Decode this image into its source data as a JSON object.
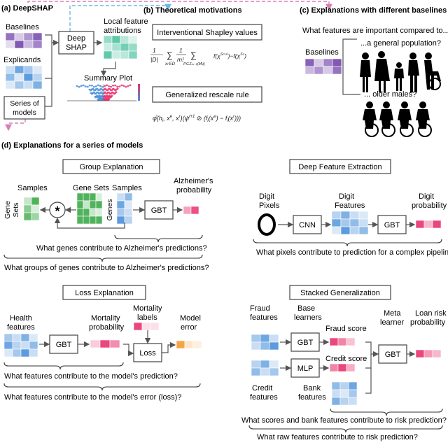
{
  "panel_a": {
    "title": "(a) DeepSHAP",
    "baselines": "Baselines",
    "explicands": "Explicands",
    "deepshap": [
      "Deep",
      "SHAP"
    ],
    "local_attr": [
      "Local feature",
      "attributions"
    ],
    "summary_plot": "Summary Plot",
    "series_models": [
      "Series of",
      "models"
    ]
  },
  "panel_b": {
    "title": "(b) Theoretical motivations",
    "interventional": "Interventional Shapley values",
    "generalized": "Generalized rescale rule"
  },
  "panel_c": {
    "title": "(c) Explanations with different baselines",
    "question": "What features are important compared to...",
    "general": "...a general population?",
    "older": "... older males?",
    "baselines": "Baselines"
  },
  "panel_d": {
    "title": "(d) Explanations for a series of models",
    "group": {
      "title": "Group Explanation",
      "samples_left": "Samples",
      "gene_sets_side": [
        "Gene",
        "Sets"
      ],
      "gene_sets": "Gene Sets",
      "samples": "Samples",
      "genes_side": "Genes",
      "gbt": "GBT",
      "prob": [
        "Alzheimer's",
        "probability"
      ],
      "q1": "What genes contribute to Alzheimer's predictions?",
      "q2": "What groups of genes contribute to Alzheimer's predictions?",
      "star": "*"
    },
    "deep": {
      "title": "Deep Feature Extraction",
      "pixels": [
        "Digit",
        "Pixels"
      ],
      "cnn": "CNN",
      "features": [
        "Digit",
        "Features"
      ],
      "gbt": "GBT",
      "prob": [
        "Digit",
        "probability"
      ],
      "q": "What pixels contribute to prediction for a complex pipeline?",
      "digit": "0"
    },
    "loss": {
      "title": "Loss Explanation",
      "health": [
        "Health",
        "features"
      ],
      "gbt": "GBT",
      "mortality": [
        "Mortality",
        "probability"
      ],
      "labels": [
        "Mortality",
        "labels"
      ],
      "loss": "Loss",
      "error": [
        "Model",
        "error"
      ],
      "q1": "What features contribute to the model's prediction?",
      "q2": "What features contribute to the model's error (loss)?"
    },
    "stacked": {
      "title": "Stacked Generalization",
      "fraud": [
        "Fraud",
        "features"
      ],
      "base": [
        "Base",
        "learners"
      ],
      "gbt1": "GBT",
      "fraud_score": "Fraud score",
      "meta": [
        "Meta",
        "learner"
      ],
      "gbt2": "GBT",
      "loan": [
        "Loan risk",
        "probability"
      ],
      "mlp": "MLP",
      "credit_score": "Credit score",
      "credit": [
        "Credit",
        "features"
      ],
      "bank": [
        "Bank",
        "features"
      ],
      "q1": "What scores and bank features contribute to risk prediction?",
      "q2": "What raw features contribute to risk prediction?"
    }
  },
  "colors": {
    "purple": "#7b4fb0",
    "blue": "#4a90d9",
    "green": "#3daa4a",
    "teal": "#4fc3a1",
    "pink": "#e8336d",
    "orange": "#f39c2f",
    "magenta_dash": "#d77fb8",
    "cyan_dash": "#6fb7e6"
  }
}
